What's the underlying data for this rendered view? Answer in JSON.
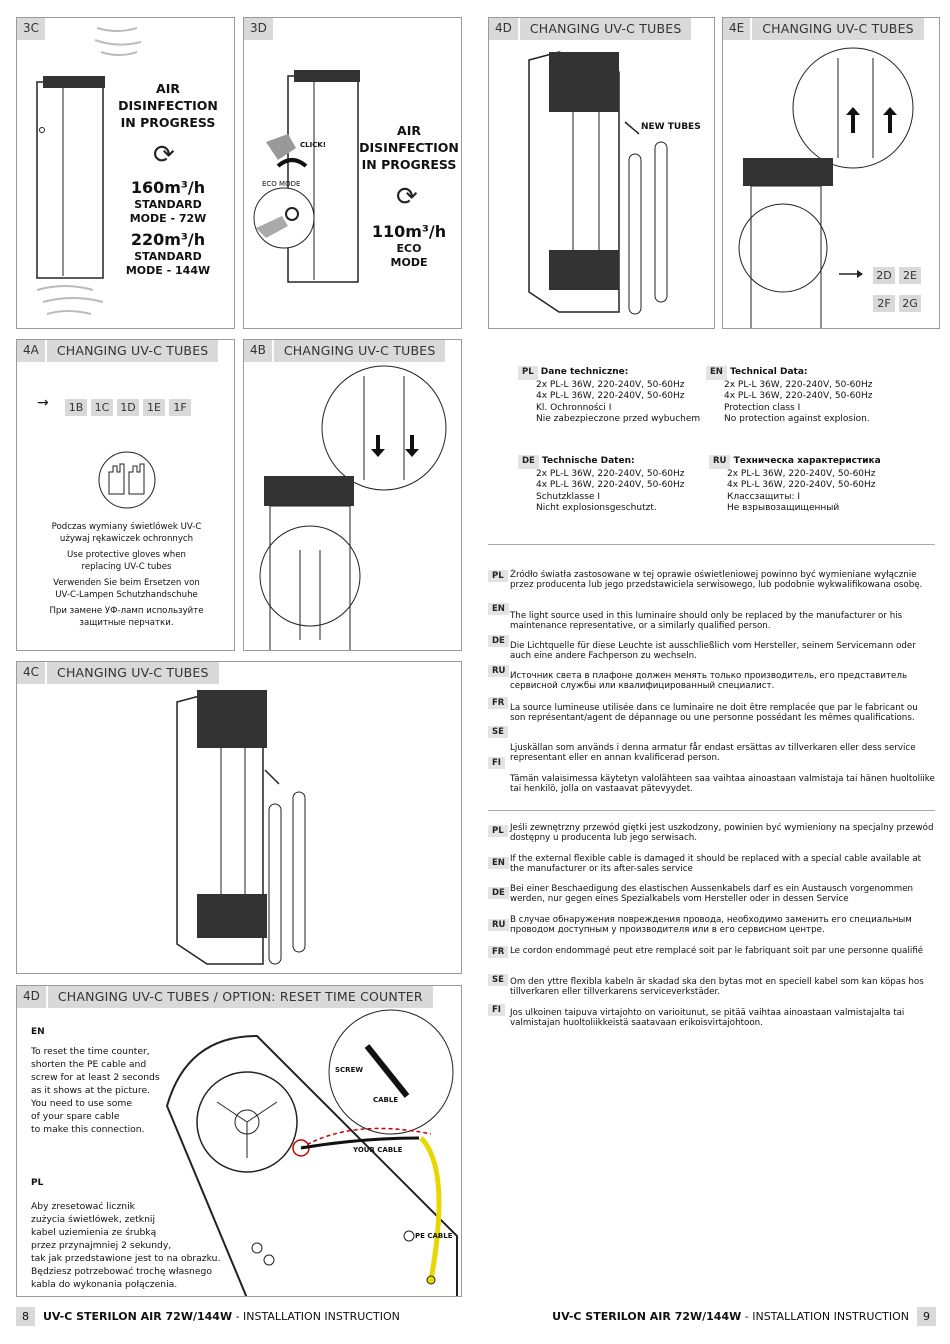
{
  "panels": {
    "p3c": {
      "code": "3C",
      "air": "AIR",
      "dis": "DISINFECTION",
      "prog": "IN PROGRESS",
      "rate1": "160m³/h",
      "std1a": "STANDARD",
      "std1b": "MODE - 72W",
      "rate2": "220m³/h",
      "std2a": "STANDARD",
      "std2b": "MODE - 144W"
    },
    "p3d": {
      "code": "3D",
      "air": "AIR",
      "dis": "DISINFECTION",
      "prog": "IN PROGRESS",
      "rate": "110m³/h",
      "ecoa": "ECO",
      "ecob": "MODE",
      "eco_label": "ECO MODE",
      "click": "CLICK!"
    },
    "p4d": {
      "code": "4D",
      "title": "CHANGING UV-C TUBES",
      "newtubes": "NEW TUBES"
    },
    "p4e": {
      "code": "4E",
      "title": "CHANGING UV-C TUBES",
      "steps": [
        "2D",
        "2E",
        "2F",
        "2G"
      ]
    },
    "p4a": {
      "code": "4A",
      "title": "CHANGING UV-C TUBES",
      "steps": [
        "1B",
        "1C",
        "1D",
        "1E",
        "1F"
      ],
      "gloves": [
        "Podczas wymiany świetlówek UV-C",
        "używaj rękawiczek ochronnych",
        "Use protective gloves when",
        "replacing UV-C tubes",
        "Verwenden Sie beim Ersetzen von",
        "UV-C-Lampen Schutzhandschuhe",
        "При замене УФ-ламп используйте",
        "защитные перчатки."
      ]
    },
    "p4b": {
      "code": "4B",
      "title": "CHANGING UV-C TUBES"
    },
    "p4c": {
      "code": "4C",
      "title": "CHANGING UV-C TUBES"
    },
    "p4d2": {
      "code": "4D",
      "title": "CHANGING UV-C TUBES / OPTION: RESET TIME COUNTER",
      "en_tag": "EN",
      "en_lines": [
        "To reset the time counter,",
        "shorten the PE cable and",
        "screw for at least 2 seconds",
        "as it shows at the picture.",
        "You need to use some",
        "of your spare cable",
        "to make this connection."
      ],
      "pl_tag": "PL",
      "pl_lines": [
        "Aby zresetować licznik",
        "zużycia świetlówek, zetknij",
        "kabel uziemienia ze śrubką",
        "przez przynajmniej 2 sekundy,",
        "tak jak przedstawione jest to na obrazku.",
        "Będziesz potrzebować trochę własnego",
        "kabla do wykonania połączenia."
      ],
      "screw": "SCREW",
      "cable": "CABLE",
      "your_cable": "YOUR CABLE",
      "pe_cable": "PE CABLE"
    }
  },
  "tech": {
    "pl": {
      "tag": "PL",
      "head": "Dane techniczne:",
      "lines": [
        "2x PL-L 36W, 220-240V, 50-60Hz",
        "4x PL-L 36W, 220-240V, 50-60Hz",
        "Kl. Ochronności I",
        "Nie zabezpieczone przed wybuchem"
      ]
    },
    "en": {
      "tag": "EN",
      "head": "Technical Data:",
      "lines": [
        "2x PL-L 36W, 220-240V, 50-60Hz",
        "4x PL-L 36W, 220-240V, 50-60Hz",
        "Protection class I",
        "No protection against explosion."
      ]
    },
    "de": {
      "tag": "DE",
      "head": "Technische Daten:",
      "lines": [
        "2x PL-L 36W, 220-240V, 50-60Hz",
        "4x PL-L 36W, 220-240V, 50-60Hz",
        "Schutzklasse I",
        "Nicht explosionsgeschutzt."
      ]
    },
    "ru": {
      "tag": "RU",
      "head": "Техническа характеристика",
      "lines": [
        "2x PL-L 36W, 220-240V, 50-60Hz",
        "4x PL-L 36W, 220-240V, 50-60Hz",
        "Классзащиты: I",
        "Не взрывозащищенный"
      ]
    }
  },
  "notice1": [
    {
      "tag": "PL",
      "text": "Źródło światła zastosowane w tej oprawie oświetleniowej powinno być wymieniane wyłącznie przez producenta lub jego przedstawiciela serwisowego, lub podobnie wykwalifikowana osobę."
    },
    {
      "tag": "EN",
      "text": "The light source used in this luminaire should only be replaced by the manufacturer or his maintenance representative, or a similarly qualified person."
    },
    {
      "tag": "DE",
      "text": "Die Lichtquelle für diese Leuchte ist ausschließlich vom Hersteller, seinem Servicemann oder auch eine andere Fachperson zu wechseln."
    },
    {
      "tag": "RU",
      "text": "Источник света в плафоне должен менять только производитель, его представитель сервисной службы или квалифицированный специалист."
    },
    {
      "tag": "FR",
      "text": "La source lumineuse utilisée dans ce luminaire ne doit être remplacée que par le fabricant ou son représentant/agent de dépannage ou une personne possédant les mêmes qualifications."
    },
    {
      "tag": "SE",
      "text": "Ljuskällan som används i denna armatur får endast ersättas av tillverkaren eller dess service representant eller en annan kvalificerad person."
    },
    {
      "tag": "FI",
      "text": "Tämän valaisimessa käytetyn valolähteen saa vaihtaa ainoastaan valmistaja tai hänen huoltoliike tai henkilö, jolla on vastaavat pätevyydet."
    }
  ],
  "notice2": [
    {
      "tag": "PL",
      "text": "Jeśli zewnętrzny przewód giętki jest uszkodzony, powinien być wymieniony na specjalny przewód dostępny u producenta lub jego serwisach."
    },
    {
      "tag": "EN",
      "text": "If the external flexible cable is damaged it should be replaced with a special cable available at the manufacturer or its after-sales service"
    },
    {
      "tag": "DE",
      "text": "Bei einer Beschaedigung des elastischen Aussenkabels darf es ein Austausch vorgenommen werden, nur gegen eines Spezialkabels vom Hersteller oder in dessen Service"
    },
    {
      "tag": "RU",
      "text": "В случае обнаружения повреждения провода, необходимо заменить его специальным проводом доступным у производителя или в его сервисном центре."
    },
    {
      "tag": "FR",
      "text": "Le cordon endommagé peut etre remplacé soit par le fabriquant soit par une personne qualifié"
    },
    {
      "tag": "SE",
      "text": "Om den yttre flexibla kabeln är skadad ska den bytas mot en speciell kabel som kan köpas hos tillverkaren eller tillverkarens serviceverkstäder."
    },
    {
      "tag": "FI",
      "text": "Jos ulkoinen taipuva virtajohto on varioitunut, se pitää vaihtaa ainoastaan valmistajalta tai valmistajan huoltoliikkeistä saatavaan erikoisvirtajohtoon."
    }
  ],
  "footer": {
    "left_page": "8",
    "left_title": "UV-C STERILON AIR 72W/144W",
    "left_sub": " - INSTALLATION INSTRUCTION",
    "right_page": "9",
    "right_title": "UV-C STERILON AIR 72W/144W",
    "right_sub": " - INSTALLATION INSTRUCTION"
  }
}
